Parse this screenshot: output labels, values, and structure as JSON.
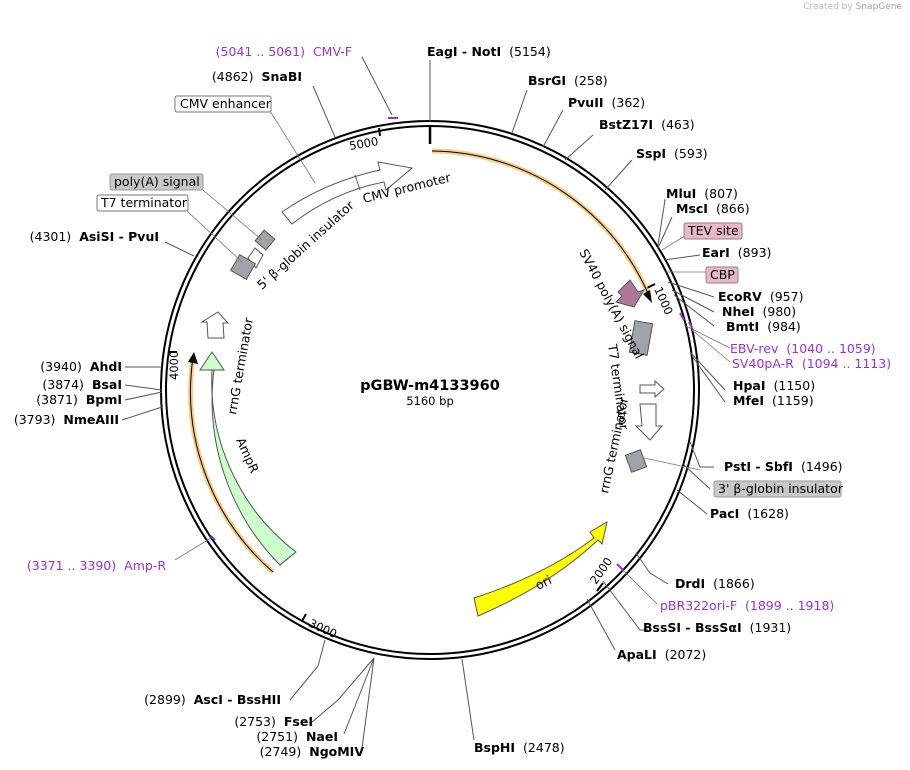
{
  "credit": {
    "prefix": "Created by",
    "brand": "SnapGene"
  },
  "plasmid": {
    "name": "pGBW-m4133960",
    "size": "5160 bp"
  },
  "ticks": [
    "1000",
    "2000",
    "3000",
    "4000",
    "5000"
  ],
  "enzymes": [
    {
      "name": "EagI - NotI",
      "pos": "(5154)"
    },
    {
      "name": "BsrGI",
      "pos": "(258)"
    },
    {
      "name": "PvuII",
      "pos": "(362)"
    },
    {
      "name": "BstZ17I",
      "pos": "(463)"
    },
    {
      "name": "SspI",
      "pos": "(593)"
    },
    {
      "name": "MluI",
      "pos": "(807)"
    },
    {
      "name": "MscI",
      "pos": "(866)"
    },
    {
      "name": "EarI",
      "pos": "(893)"
    },
    {
      "name": "EcoRV",
      "pos": "(957)"
    },
    {
      "name": "NheI",
      "pos": "(980)"
    },
    {
      "name": "BmtI",
      "pos": "(984)"
    },
    {
      "name": "HpaI",
      "pos": "(1150)"
    },
    {
      "name": "MfeI",
      "pos": "(1159)"
    },
    {
      "name": "PstI - SbfI",
      "pos": "(1496)"
    },
    {
      "name": "PacI",
      "pos": "(1628)"
    },
    {
      "name": "DrdI",
      "pos": "(1866)"
    },
    {
      "name": "BssSI - BssSαI",
      "pos": "(1931)"
    },
    {
      "name": "ApaLI",
      "pos": "(2072)"
    },
    {
      "name": "BspHI",
      "pos": "(2478)"
    },
    {
      "name": "AscI - BssHII",
      "pos": "(2899)"
    },
    {
      "name": "FseI",
      "pos": "(2753)"
    },
    {
      "name": "NaeI",
      "pos": "(2751)"
    },
    {
      "name": "NgoMIV",
      "pos": "(2749)"
    },
    {
      "name": "NmeAIII",
      "pos": "(3793)"
    },
    {
      "name": "BpmI",
      "pos": "(3871)"
    },
    {
      "name": "BsaI",
      "pos": "(3874)"
    },
    {
      "name": "AhdI",
      "pos": "(3940)"
    },
    {
      "name": "AsiSI - PvuI",
      "pos": "(4301)"
    },
    {
      "name": "SnaBI",
      "pos": "(4862)"
    }
  ],
  "primers": [
    {
      "name": "CMV-F",
      "range": "(5041 .. 5061)"
    },
    {
      "name": "EBV-rev",
      "range": "(1040 .. 1059)"
    },
    {
      "name": "SV40pA-R",
      "range": "(1094 .. 1113)"
    },
    {
      "name": "pBR322ori-F",
      "range": "(1899 .. 1918)"
    },
    {
      "name": "Amp-R",
      "range": "(3371 .. 3390)"
    }
  ],
  "feature_boxes": [
    {
      "name": "CMV enhancer"
    },
    {
      "name": "poly(A) signal"
    },
    {
      "name": "T7 terminator"
    },
    {
      "name": "TEV site"
    },
    {
      "name": "CBP"
    },
    {
      "name": "3' β-globin insulator"
    }
  ],
  "feature_arc_labels": [
    {
      "name": "CMV promoter"
    },
    {
      "name": "5' β-globin insulator"
    },
    {
      "name": "rrnG terminator"
    },
    {
      "name": "AmpR"
    },
    {
      "name": "SV40 poly(A) signal"
    },
    {
      "name": "T7 terminator"
    },
    {
      "name": "rrnG terminator"
    },
    {
      "name": "ori"
    }
  ],
  "colors": {
    "backbone": "#000000",
    "primer": "#9b30d9",
    "ampr": "#ccffcc",
    "ori": "#ffff00",
    "orf_highlight": "#f5a623",
    "gray_box": "#c8c8c8",
    "pink_box": "#e8b8c8",
    "sv40": "#b07898",
    "terminator": "#a0a4aa"
  }
}
